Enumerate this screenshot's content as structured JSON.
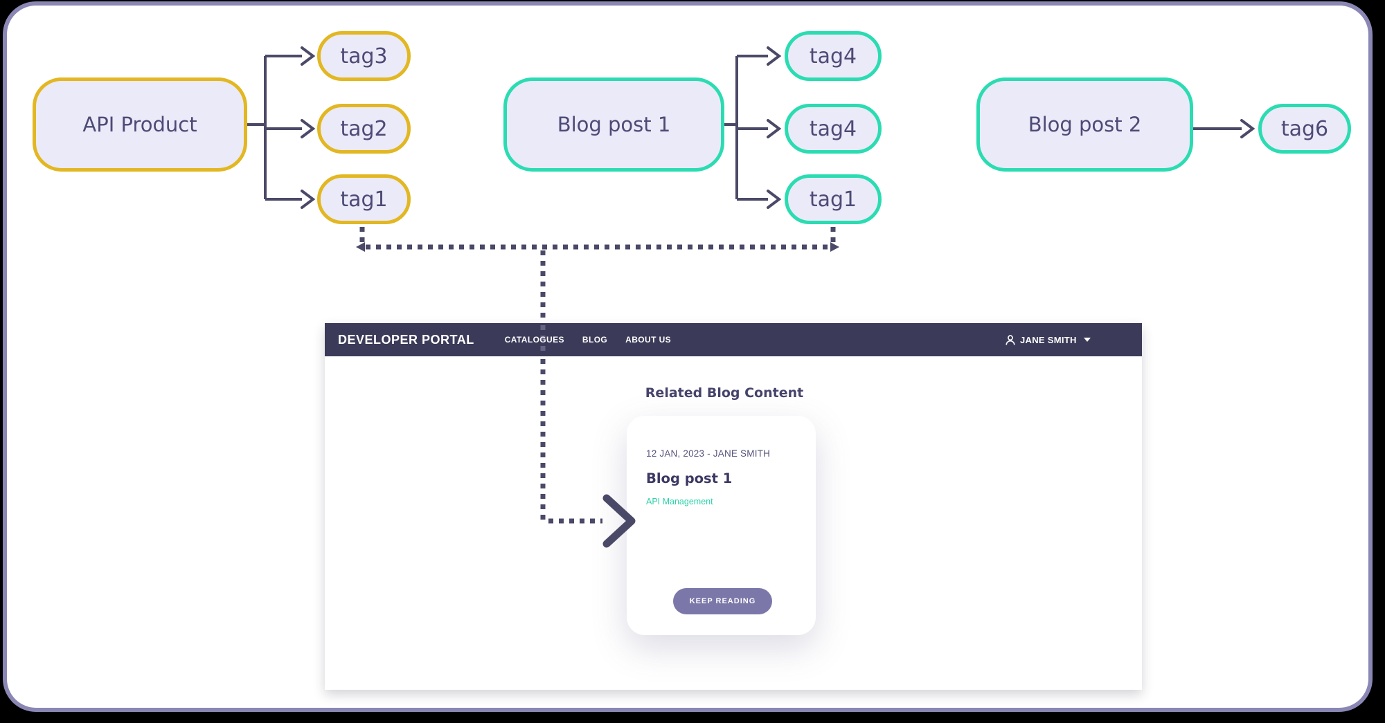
{
  "diagram": {
    "api_product": {
      "label": "API Product",
      "tags": [
        "tag3",
        "tag2",
        "tag1"
      ]
    },
    "blog_post_1": {
      "label": "Blog post 1",
      "tags": [
        "tag4",
        "tag4",
        "tag1"
      ]
    },
    "blog_post_2": {
      "label": "Blog post 2",
      "tags": [
        "tag6"
      ]
    }
  },
  "portal": {
    "brand": "DEVELOPER PORTAL",
    "nav": [
      "CATALOGUES",
      "BLOG",
      "ABOUT US"
    ],
    "user": {
      "name": "JANE SMITH"
    },
    "section_title": "Related Blog Content",
    "card": {
      "meta": "12 JAN, 2023 - JANE SMITH",
      "title": "Blog post 1",
      "tag": "API Management",
      "cta": "KEEP READING"
    }
  },
  "colors": {
    "accent_yellow": "#e2b722",
    "accent_teal": "#2bdcb2",
    "node_fill": "#ebeaf8",
    "ink": "#4e4a76",
    "line": "#4b4968",
    "navbar_bg": "#3b3a59",
    "frame_border": "#8a87b5",
    "button_bg": "#7b78a9",
    "tag_link": "#2bd3a6"
  }
}
